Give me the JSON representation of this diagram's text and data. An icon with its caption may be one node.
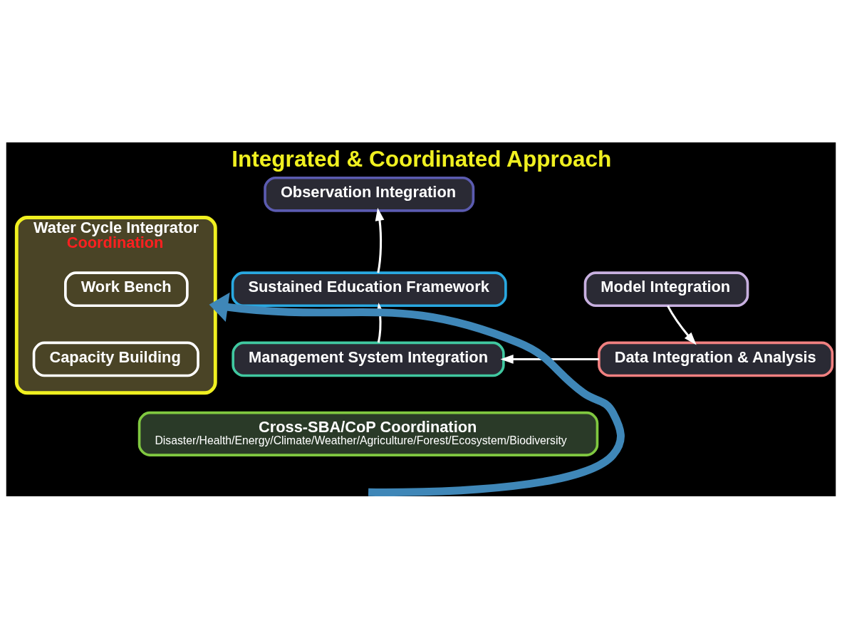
{
  "diagram": {
    "title": "Integrated & Coordinated Approach",
    "nodes": [
      {
        "text": [
          "Observation Integration"
        ]
      },
      {
        "text": [
          "Sustained Education Framework"
        ]
      },
      {
        "text": [
          "Water Cycle Integrator",
          "Coordination"
        ]
      },
      {
        "text": [
          "Work Bench"
        ],
        "in": 2
      },
      {
        "text": [
          "Model Integration"
        ]
      },
      {
        "text": [
          "Management System Integration"
        ]
      },
      {
        "text": [
          "Capacity Building"
        ],
        "in": 2
      },
      {
        "text": [
          "Data Integration & Analysis"
        ]
      },
      {
        "text": [
          "Cross-SBA/CoP Coordination",
          "Disaster/Health/Energy/Climate/Weather/Agriculture/Forest/Ecosystem/Biodiversity"
        ]
      }
    ],
    "edges": [
      {
        "from": 1,
        "to": 0,
        "arrow": "to",
        "color": "#ffffff"
      },
      {
        "from": 4,
        "to": 7,
        "arrow": "to",
        "color": "#ffffff"
      },
      {
        "from": 7,
        "to": 5,
        "arrow": "to",
        "color": "#ffffff"
      },
      {
        "from": 5,
        "to": 1,
        "arrow": "to",
        "color": "#ffffff"
      },
      {
        "from": null,
        "to": 2,
        "arrow": "to",
        "style": "thick",
        "color": "#3f87b8"
      }
    ]
  }
}
